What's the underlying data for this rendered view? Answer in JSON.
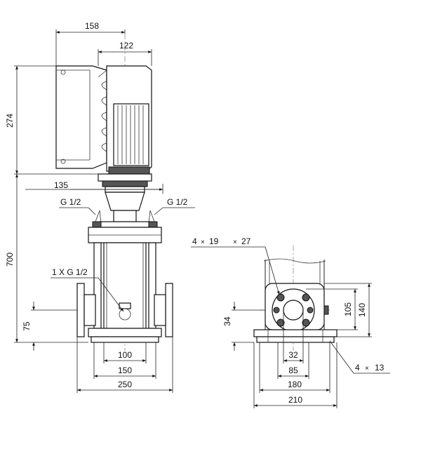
{
  "front_view": {
    "dimensions": {
      "head_width": "158",
      "motor_width": "122",
      "head_height": "274",
      "adapter_width": "135",
      "overall_height": "700",
      "inlet_height": "75",
      "flange_spacing": "100",
      "base_inner": "150",
      "base_width": "250"
    },
    "labels": {
      "gauge_left": "G 1/2",
      "gauge_right": "G 1/2",
      "drain": "1 X G 1/2"
    }
  },
  "side_view": {
    "dimensions": {
      "flange_bolt_circle": "105",
      "flange_outer": "140",
      "flange_axis_height": "34",
      "port_bore": "32",
      "base_hole_spacing": "85",
      "base_inner": "180",
      "base_width": "210"
    },
    "labels": {
      "flange_holes_count": "4",
      "flange_holes_size_a": "19",
      "flange_holes_size_b": "27",
      "base_holes_count": "4",
      "base_holes_size": "13"
    }
  }
}
